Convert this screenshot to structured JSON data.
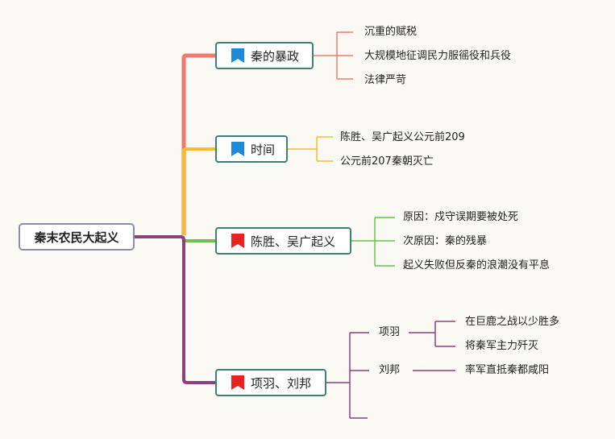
{
  "root": {
    "label": "秦末农民大起义"
  },
  "colors": {
    "branch_1": "#f07a6c",
    "branch_2": "#f7bb30",
    "branch_3": "#6cc24a",
    "branch_4": "#8e3f7c",
    "flag_blue": "#1f88d8",
    "flag_red": "#e8231f"
  },
  "branches": [
    {
      "label": "秦的暴政",
      "flag": "flag-blue-icon",
      "children": [
        "沉重的赋税",
        "大规模地征调民力服徭役和兵役",
        "法律严苛"
      ]
    },
    {
      "label": "时间",
      "flag": "flag-blue-icon",
      "children": [
        "陈胜、吴广起义公元前209",
        "公元前207秦朝灭亡"
      ]
    },
    {
      "label": "陈胜、吴广起义",
      "flag": "flag-red-icon",
      "children": [
        "原因：戍守误期要被处死",
        "次原因：秦的残暴",
        "起义失败但反秦的浪潮没有平息"
      ]
    },
    {
      "label": "项羽、刘邦",
      "flag": "flag-red-icon",
      "children": [
        {
          "label": "项羽",
          "children": [
            "在巨鹿之战以少胜多",
            "将秦军主力歼灭"
          ]
        },
        {
          "label": "刘邦",
          "children": [
            "率军直抵秦都咸阳"
          ]
        }
      ]
    }
  ]
}
